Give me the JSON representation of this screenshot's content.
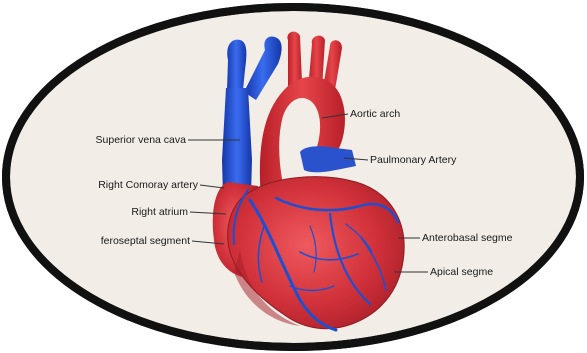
{
  "colors": {
    "background": "#ffffff",
    "oval_fill": "#f2ede6",
    "oval_border": "#111111",
    "heart_red": "#c8232c",
    "vein_blue": "#1f4fd1",
    "leader_line": "#333333"
  },
  "labels": {
    "superior_vena_cava": "Superior vena cava",
    "right_coronary_artery": "Right Comoray artery",
    "right_atrium": "Right atrium",
    "inferoseptal_segment": "feroseptal segment",
    "aortic_arch": "Aortic arch",
    "pulmonary_artery": "Paulmonary Artery",
    "anterobasal_segment": "Anterobasal segme",
    "apical_segment": "Apical segme"
  }
}
